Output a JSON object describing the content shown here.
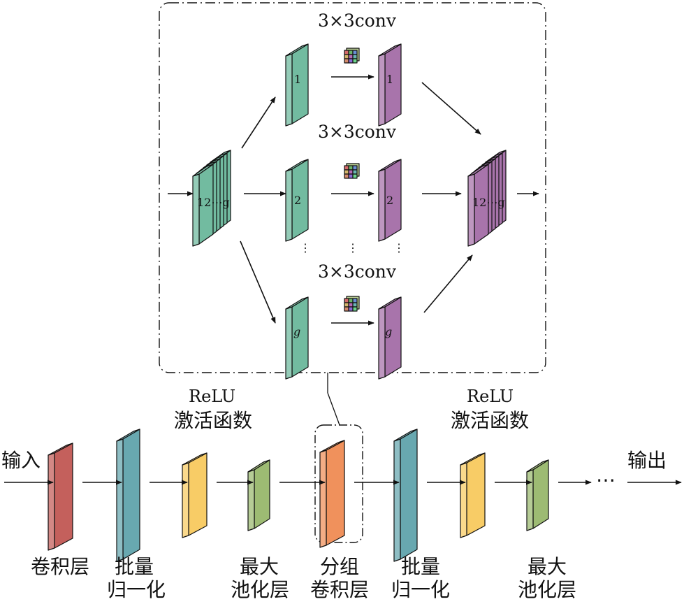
{
  "colors": {
    "conv": "#c4605c",
    "bn": "#68a8b0",
    "relu": "#f8cc66",
    "pool": "#9dbb73",
    "group_conv": "#f0915c",
    "branch_in": "#72bba0",
    "branch_out": "#a874ab",
    "line": "#111111"
  },
  "pipeline": {
    "input_label": "输入",
    "output_label": "输出",
    "ellipsis": "⋯",
    "layers": [
      {
        "line1": "卷积层",
        "line2": ""
      },
      {
        "line1": "批量",
        "line2": "归一化"
      },
      {
        "line1": "ReLU",
        "line2": "激活函数"
      },
      {
        "line1": "最大",
        "line2": "池化层"
      },
      {
        "line1": "分组",
        "line2": "卷积层"
      },
      {
        "line1": "批量",
        "line2": "归一化"
      },
      {
        "line1": "ReLU",
        "line2": "激活函数"
      },
      {
        "line1": "最大",
        "line2": "池化层"
      }
    ]
  },
  "detail": {
    "conv_labels": [
      "3×3conv",
      "3×3conv",
      "3×3conv"
    ],
    "input_stack_label": "12⋯g",
    "output_stack_label": "12⋯g",
    "branch_labels": [
      "1",
      "2",
      "g"
    ],
    "ellipsis": "⋮"
  }
}
